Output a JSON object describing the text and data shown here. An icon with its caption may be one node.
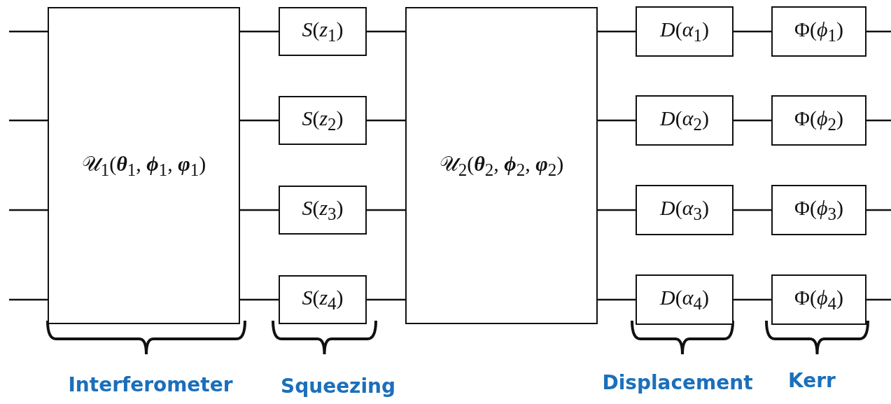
{
  "diagram": {
    "nodes": [
      {
        "text": [
          "𝒰$_{1}$(**θ**$_{1}$, **ϕ**$_{1}$, **φ**$_{1}$)"
        ]
      },
      {
        "text": [
          "*S*(*z*$_{1}$)"
        ]
      },
      {
        "text": [
          "*S*(*z*$_{2}$)"
        ]
      },
      {
        "text": [
          "*S*(*z*$_{3}$)"
        ]
      },
      {
        "text": [
          "*S*(*z*$_{4}$)"
        ]
      },
      {
        "text": [
          "𝒰$_{2}$(**θ**$_{2}$, **ϕ**$_{2}$, **φ**$_{2}$)"
        ]
      },
      {
        "text": [
          "*D*(*α*$_{1}$)"
        ]
      },
      {
        "text": [
          "*D*(*α*$_{2}$)"
        ]
      },
      {
        "text": [
          "*D*(*α*$_{3}$)"
        ]
      },
      {
        "text": [
          "*D*(*α*$_{4}$)"
        ]
      },
      {
        "text": [
          "Φ(*ϕ*$_{1}$)"
        ]
      },
      {
        "text": [
          "Φ(*ϕ*$_{2}$)"
        ]
      },
      {
        "text": [
          "Φ(*ϕ*$_{3}$)"
        ]
      },
      {
        "text": [
          "Φ(*ϕ*$_{4}$)"
        ]
      }
    ],
    "edges": [
      {
        "from": null,
        "to": 0,
        "arrow": "none"
      },
      {
        "from": null,
        "to": 0,
        "arrow": "none"
      },
      {
        "from": null,
        "to": 0,
        "arrow": "none"
      },
      {
        "from": null,
        "to": 0,
        "arrow": "none"
      },
      {
        "from": 0,
        "to": 1,
        "arrow": "none"
      },
      {
        "from": 0,
        "to": 2,
        "arrow": "none"
      },
      {
        "from": 0,
        "to": 3,
        "arrow": "none"
      },
      {
        "from": 0,
        "to": 4,
        "arrow": "none"
      },
      {
        "from": 1,
        "to": 5,
        "arrow": "none"
      },
      {
        "from": 2,
        "to": 5,
        "arrow": "none"
      },
      {
        "from": 3,
        "to": 5,
        "arrow": "none"
      },
      {
        "from": 4,
        "to": 5,
        "arrow": "none"
      },
      {
        "from": 5,
        "to": 6,
        "arrow": "none"
      },
      {
        "from": 5,
        "to": 7,
        "arrow": "none"
      },
      {
        "from": 5,
        "to": 8,
        "arrow": "none"
      },
      {
        "from": 5,
        "to": 9,
        "arrow": "none"
      },
      {
        "from": 6,
        "to": 10,
        "arrow": "none"
      },
      {
        "from": 7,
        "to": 11,
        "arrow": "none"
      },
      {
        "from": 8,
        "to": 12,
        "arrow": "none"
      },
      {
        "from": 9,
        "to": 13,
        "arrow": "none"
      },
      {
        "from": 10,
        "to": null,
        "arrow": "none"
      },
      {
        "from": 11,
        "to": null,
        "arrow": "none"
      },
      {
        "from": 12,
        "to": null,
        "arrow": "none"
      },
      {
        "from": 13,
        "to": null,
        "arrow": "none"
      }
    ],
    "labels": [
      "Interferometer",
      "Squeezing",
      "Displacement",
      "Kerr"
    ]
  }
}
